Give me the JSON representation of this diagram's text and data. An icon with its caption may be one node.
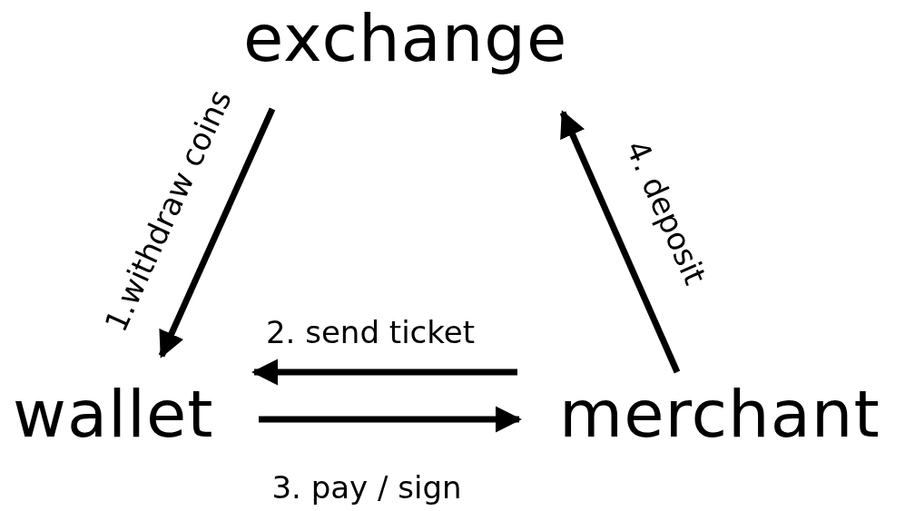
{
  "diagram": {
    "nodes": [
      {
        "text": [
          "exchange"
        ]
      },
      {
        "text": [
          "wallet"
        ]
      },
      {
        "text": [
          "merchant"
        ]
      }
    ],
    "edges": [
      {
        "from": 0,
        "to": 1,
        "arrow": "to",
        "label": "1.withdraw coins"
      },
      {
        "from": 2,
        "to": 1,
        "arrow": "to",
        "label": "2. send ticket"
      },
      {
        "from": 1,
        "to": 2,
        "arrow": "to",
        "label": "3. pay / sign"
      },
      {
        "from": 2,
        "to": 0,
        "arrow": "to",
        "label": "4. deposit"
      }
    ]
  }
}
